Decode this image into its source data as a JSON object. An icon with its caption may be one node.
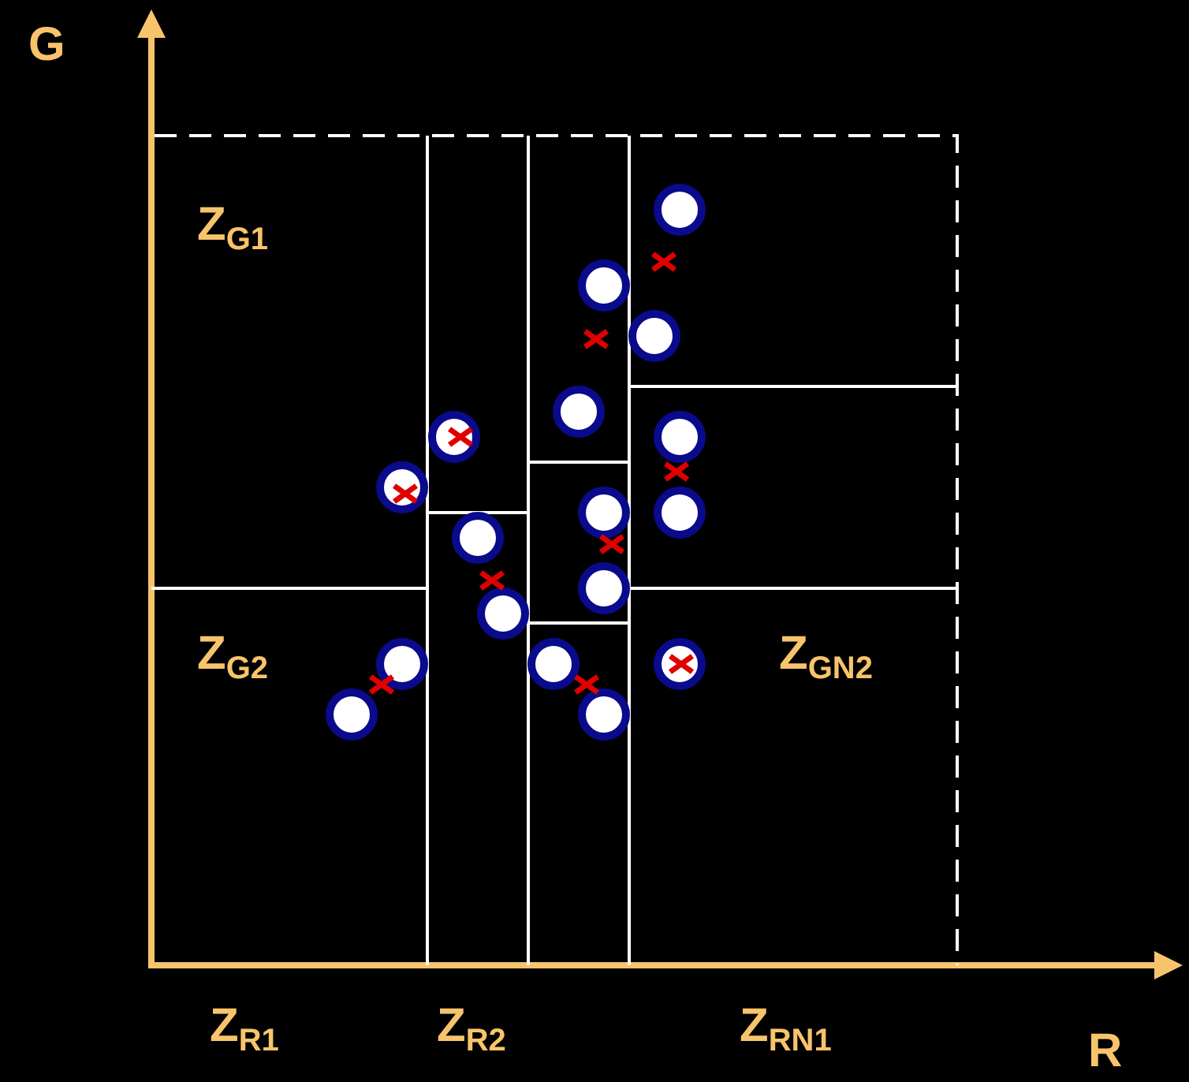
{
  "diagram": {
    "labels": [
      "G",
      "Z$_{G1}$",
      "Z$_{G2}$",
      "Z$_{GN2}$",
      "Z$_{R1}$",
      "Z$_{R2}$",
      "Z$_{RN1}$",
      "R"
    ]
  }
}
